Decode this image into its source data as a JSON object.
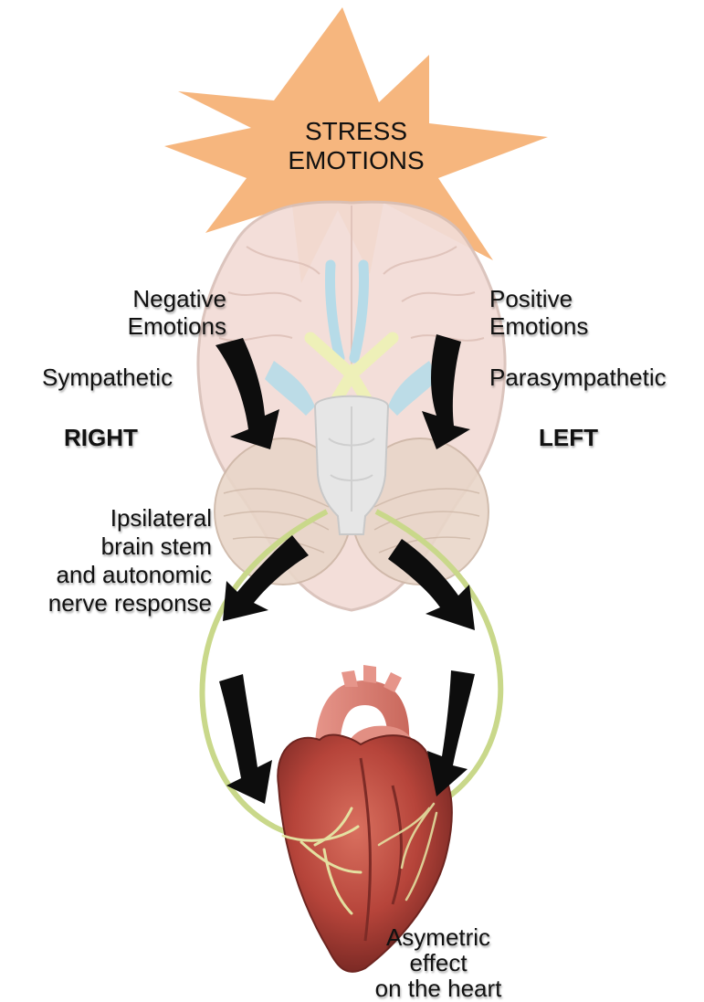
{
  "stress": {
    "line1": "STRESS",
    "line2": "EMOTIONS"
  },
  "left_side": {
    "emotions_line1": "Negative",
    "emotions_line2": "Emotions",
    "system": "Sympathetic",
    "side": "RIGHT"
  },
  "right_side": {
    "emotions_line1": "Positive",
    "emotions_line2": "Emotions",
    "system": "Parasympathetic",
    "side": "LEFT"
  },
  "response": {
    "line1": "Ipsilateral",
    "line2": "brain stem",
    "line3": "and autonomic",
    "line4": "nerve response"
  },
  "effect": {
    "line1": "Asymetric",
    "line2": "effect",
    "line3": "on the heart"
  },
  "colors": {
    "star": "#f6b277",
    "brain": "#f2dcd6",
    "brain_outline": "#d8c0b8",
    "cerebellum": "#e9d6c9",
    "brainstem": "#e6e6e6",
    "nerve_blue": "#b6dbe8",
    "nerve_yellow": "#eef0b8",
    "vagus_loop": "#c9d88a",
    "arrow": "#0d0d0d",
    "heart": "#b8443a",
    "heart_light": "#e89080"
  }
}
